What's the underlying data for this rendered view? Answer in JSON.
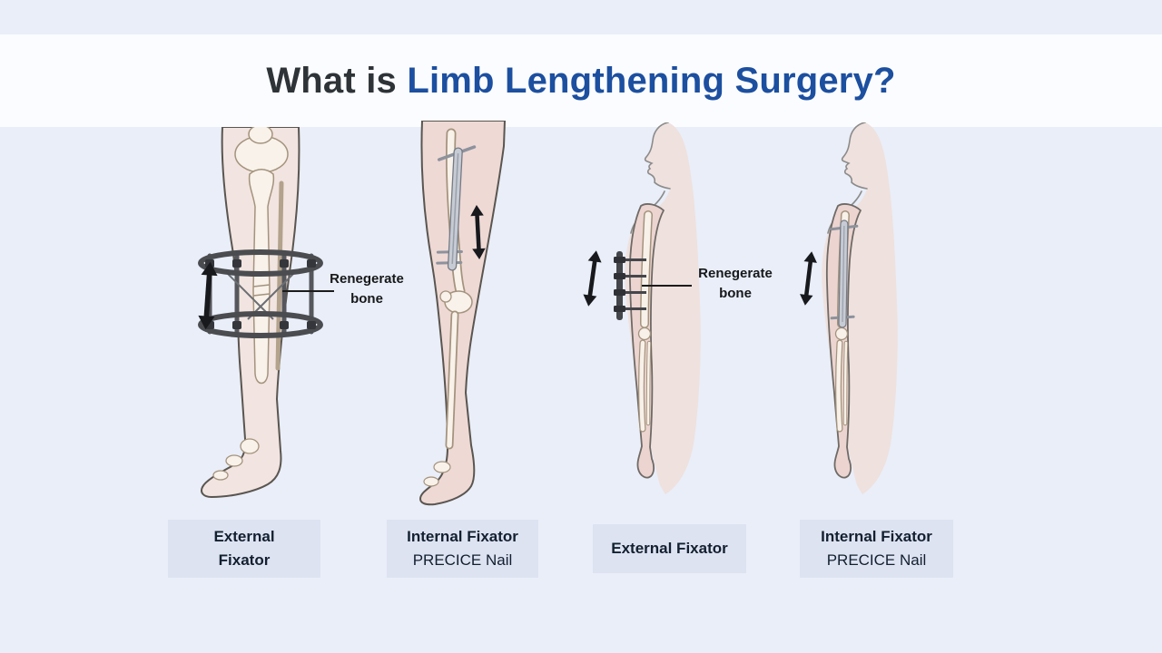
{
  "title": {
    "prefix": "What is",
    "highlight": "Limb Lengthening Surgery?"
  },
  "annotations": {
    "left": {
      "line1": "Renegerate",
      "line2": "bone"
    },
    "right": {
      "line1": "Renegerate",
      "line2": "bone"
    }
  },
  "figures": [
    {
      "name": "leg-external-fixator",
      "label_line1": "External",
      "label_line2": "Fixator"
    },
    {
      "name": "leg-internal-fixator-precice-nail",
      "label_line1": "Internal Fixator",
      "label_line2": "PRECICE Nail"
    },
    {
      "name": "arm-external-fixator",
      "label_line1": "External Fixator"
    },
    {
      "name": "arm-internal-fixator-precice-nail",
      "label_line1": "Internal Fixator",
      "label_line2": "PRECICE Nail"
    }
  ],
  "colors": {
    "background": "#e9eef8",
    "header_background": "#fbfcff",
    "title_text": "#2e3338",
    "title_accent": "#1c4f9f",
    "label_box_background": "#dee3f2",
    "label_text": "#12202f",
    "arrow": "#17191d",
    "skin": "#f0dfdb",
    "bone": "#f8f2ea",
    "metal": "#44464b"
  }
}
